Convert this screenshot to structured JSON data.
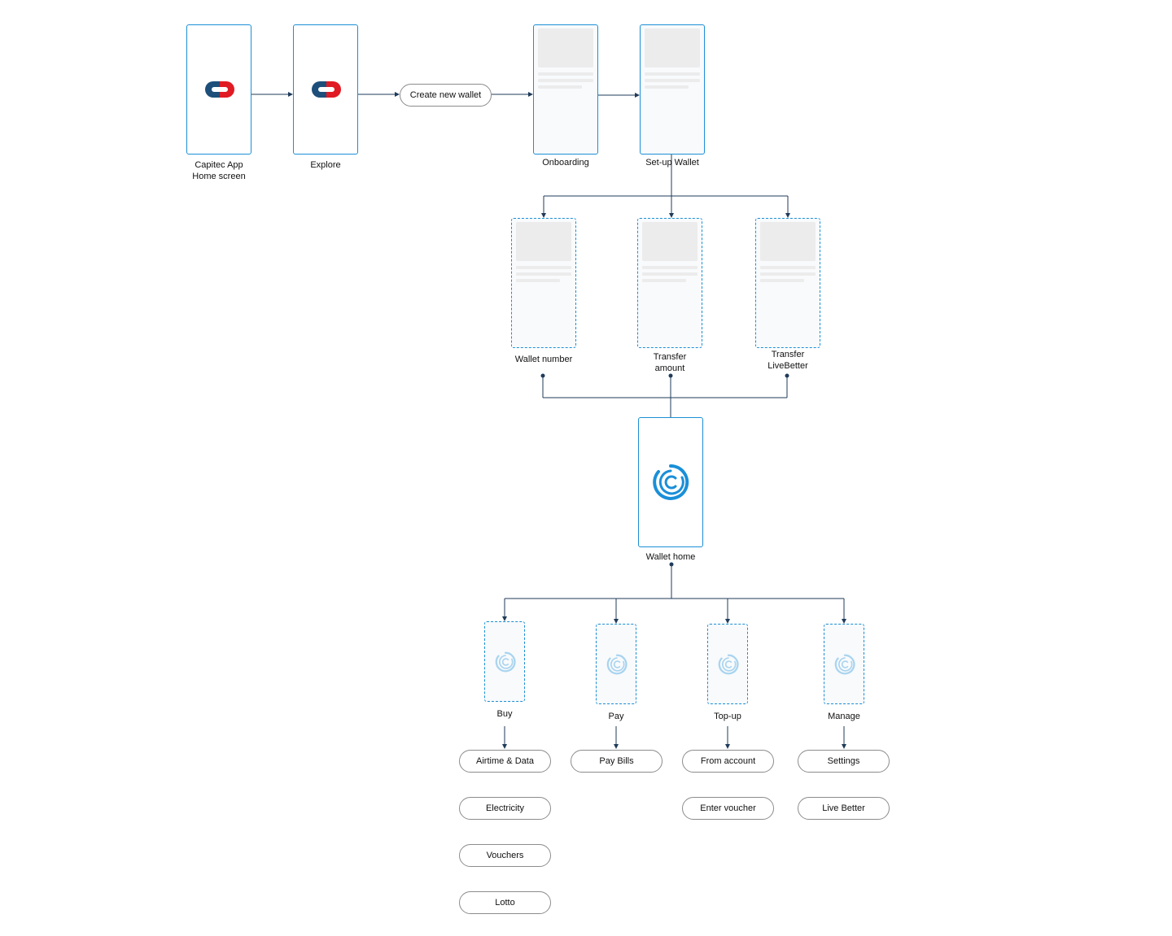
{
  "colors": {
    "connector": "#1f3b5a",
    "screen_border": "#1b8fd6",
    "brand_red": "#e01b24",
    "brand_navy": "#1d4f7a",
    "wallet_blue": "#1a8fd8"
  },
  "icons": {
    "capitec_logo": "capitec-logo-icon",
    "wallet_logo": "wallet-c-icon"
  },
  "screens": {
    "home": "Capitec App\nHome screen",
    "explore": "Explore",
    "onboarding": "Onboarding",
    "setup": "Set-up Wallet",
    "wallet_number": "Wallet number",
    "transfer_amount": "Transfer\namount",
    "transfer_livebetter": "Transfer\nLiveBetter",
    "wallet_home": "Wallet home",
    "buy": "Buy",
    "pay": "Pay",
    "topup": "Top-up",
    "manage": "Manage"
  },
  "actions": {
    "create_wallet": "Create new wallet",
    "buy": [
      "Airtime & Data",
      "Electricity",
      "Vouchers",
      "Lotto"
    ],
    "pay": [
      "Pay Bills"
    ],
    "topup": [
      "From account",
      "Enter voucher"
    ],
    "manage": [
      "Settings",
      "Live Better"
    ]
  }
}
